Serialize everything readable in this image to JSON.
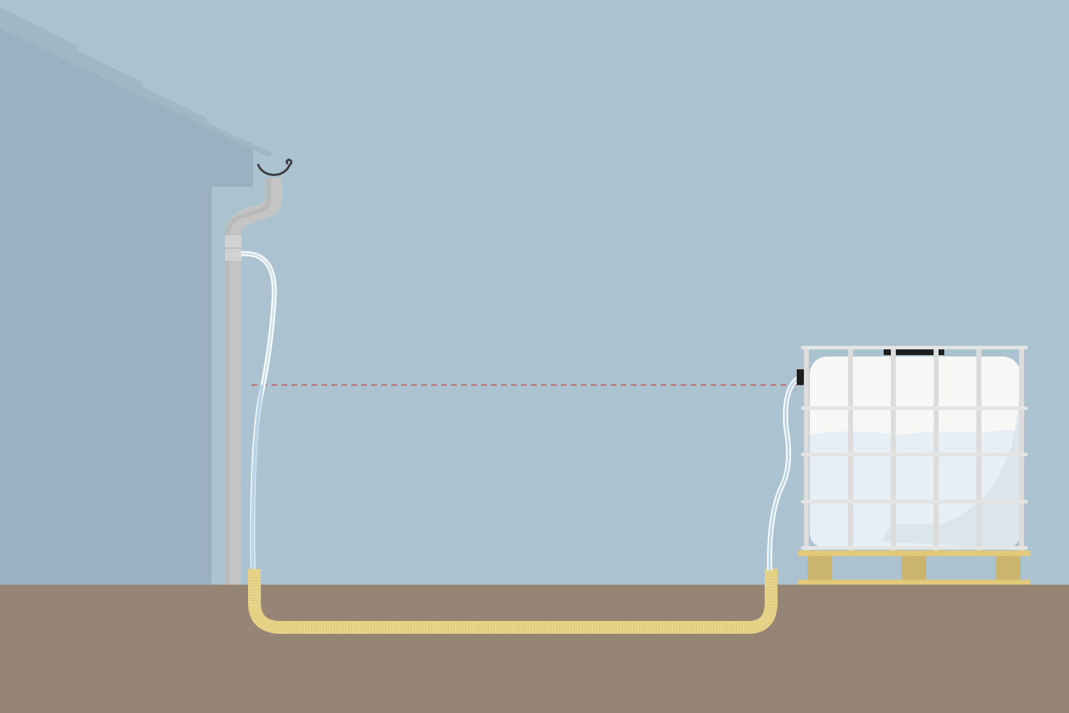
{
  "colors": {
    "sky": "#abc3d1",
    "house": "#9bb1c1",
    "ground": "#968474",
    "downpipe": "#c4c4c4",
    "gutter": "#3a3a3a",
    "buried_hose": "#e8d48a",
    "level_line": "#c0504d",
    "tank": "#f7f7f5",
    "water": "#e6eff5",
    "cage": "#dcdcdc",
    "pallet": "#e2c97a",
    "pallet_block": "#cbb46e"
  },
  "icons": [
    "house",
    "gutter",
    "downpipe",
    "diverter-hose",
    "buried-hose",
    "ibc-tank",
    "pallet",
    "water-level-line"
  ]
}
